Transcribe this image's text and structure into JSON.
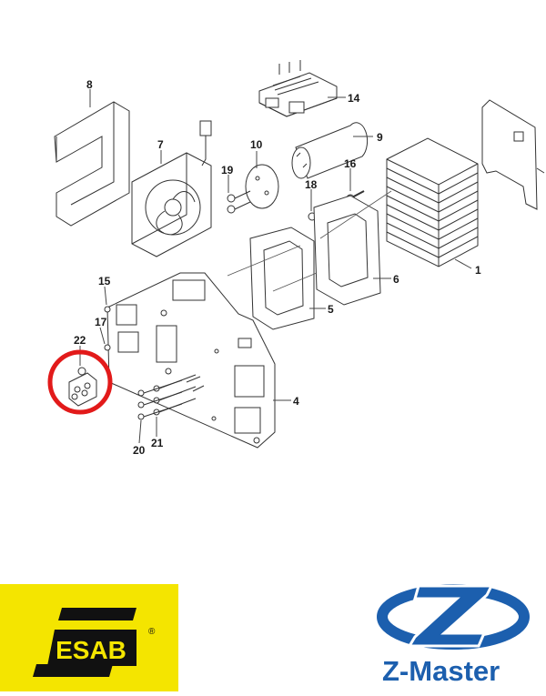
{
  "callouts": [
    {
      "id": "1",
      "label": "1"
    },
    {
      "id": "4",
      "label": "4"
    },
    {
      "id": "5",
      "label": "5"
    },
    {
      "id": "6",
      "label": "6"
    },
    {
      "id": "7",
      "label": "7"
    },
    {
      "id": "8",
      "label": "8"
    },
    {
      "id": "9",
      "label": "9"
    },
    {
      "id": "10",
      "label": "10"
    },
    {
      "id": "14",
      "label": "14"
    },
    {
      "id": "15",
      "label": "15"
    },
    {
      "id": "16",
      "label": "16"
    },
    {
      "id": "17",
      "label": "17"
    },
    {
      "id": "18",
      "label": "18"
    },
    {
      "id": "19",
      "label": "19"
    },
    {
      "id": "20",
      "label": "20"
    },
    {
      "id": "21",
      "label": "21"
    },
    {
      "id": "22",
      "label": "22"
    }
  ],
  "highlight": {
    "part": "22",
    "color": "#e21a1a"
  },
  "brands": {
    "esab": {
      "text": "ESAB",
      "mark": "®",
      "bg": "#f4e500"
    },
    "zmaster": {
      "text": "Z-Master",
      "color": "#1c5fae"
    }
  }
}
